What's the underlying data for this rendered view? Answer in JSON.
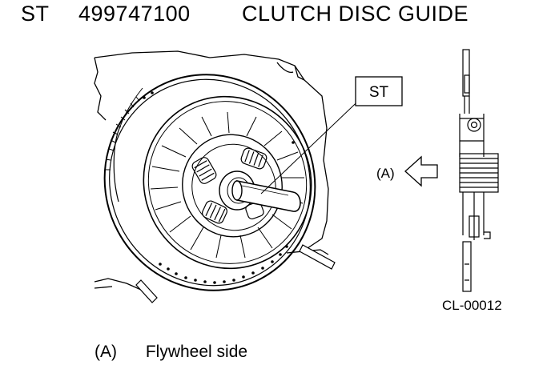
{
  "title": {
    "prefix": "ST",
    "part_number": "499747100",
    "tool_name": "CLUTCH DISC GUIDE"
  },
  "callouts": {
    "st_label": "ST",
    "a_label": "(A)"
  },
  "figure_code": "CL-00012",
  "caption": {
    "code": "(A)",
    "text": "Flywheel side"
  }
}
